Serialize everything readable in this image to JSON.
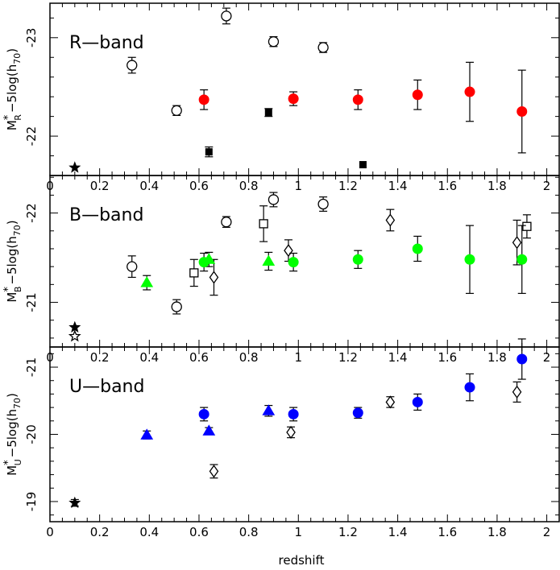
{
  "chart_data": [
    {
      "type": "scatter",
      "panel_label": "R-band",
      "ylabel": "M_R* -5log(h_70)",
      "ylabel_main": "M",
      "ylabel_sub": "R",
      "ylabel_rest": "-5log(h",
      "ylabel_h": "70",
      "xlim": [
        0,
        2.05
      ],
      "ylim": [
        -21.6,
        -23.35
      ],
      "y_ticks": [
        -22,
        -23
      ],
      "y_tick_labels": [
        "-22",
        "-23"
      ],
      "series": [
        {
          "marker": "filled-star",
          "color": "#000000",
          "points": [
            {
              "x": 0.1,
              "y": -21.68
            }
          ]
        },
        {
          "marker": "open-circle",
          "color": "#000000",
          "points": [
            {
              "x": 0.33,
              "y": -22.72,
              "err": 0.08
            },
            {
              "x": 0.51,
              "y": -22.26,
              "err": 0.05
            },
            {
              "x": 0.71,
              "y": -23.22,
              "err": 0.08
            },
            {
              "x": 0.9,
              "y": -22.96,
              "err": 0.05
            },
            {
              "x": 1.1,
              "y": -22.9,
              "err": 0.05
            }
          ]
        },
        {
          "marker": "filled-square",
          "color": "#000000",
          "points": [
            {
              "x": 0.64,
              "y": -21.84,
              "err": 0.05
            },
            {
              "x": 0.88,
              "y": -22.24,
              "err": 0.04
            },
            {
              "x": 1.26,
              "y": -21.71,
              "err": 0
            }
          ]
        },
        {
          "marker": "filled-circle",
          "color": "#ff0000",
          "points": [
            {
              "x": 0.62,
              "y": -22.37,
              "err": 0.1
            },
            {
              "x": 0.98,
              "y": -22.38,
              "err": 0.07
            },
            {
              "x": 1.24,
              "y": -22.37,
              "err": 0.1
            },
            {
              "x": 1.48,
              "y": -22.42,
              "err": 0.15
            },
            {
              "x": 1.69,
              "y": -22.45,
              "err": 0.3
            },
            {
              "x": 1.9,
              "y": -22.25,
              "err": 0.42
            }
          ]
        }
      ]
    },
    {
      "type": "scatter",
      "panel_label": "B-band",
      "ylabel": "M_B* -5log(h_70)",
      "ylabel_main": "M",
      "ylabel_sub": "B",
      "ylabel_rest": "-5log(h",
      "ylabel_h": "70",
      "xlim": [
        0,
        2.05
      ],
      "ylim": [
        -20.5,
        -22.42
      ],
      "y_ticks": [
        -21,
        -22
      ],
      "y_tick_labels": [
        "-21",
        "-22"
      ],
      "series": [
        {
          "marker": "filled-star",
          "color": "#000000",
          "points": [
            {
              "x": 0.1,
              "y": -20.72
            }
          ]
        },
        {
          "marker": "open-star",
          "color": "#000000",
          "points": [
            {
              "x": 0.1,
              "y": -20.62
            }
          ]
        },
        {
          "marker": "open-circle",
          "color": "#000000",
          "points": [
            {
              "x": 0.33,
              "y": -21.4,
              "err": 0.12
            },
            {
              "x": 0.51,
              "y": -20.95,
              "err": 0.08
            },
            {
              "x": 0.71,
              "y": -21.9,
              "err": 0.06
            },
            {
              "x": 0.9,
              "y": -22.15,
              "err": 0.08
            },
            {
              "x": 1.1,
              "y": -22.1,
              "err": 0.08
            }
          ]
        },
        {
          "marker": "open-square",
          "color": "#000000",
          "points": [
            {
              "x": 0.58,
              "y": -21.33,
              "err": 0.15
            },
            {
              "x": 0.86,
              "y": -21.88,
              "err": 0.2
            },
            {
              "x": 1.92,
              "y": -21.85,
              "err": 0.13
            }
          ]
        },
        {
          "marker": "open-diamond",
          "color": "#000000",
          "points": [
            {
              "x": 0.66,
              "y": -21.28,
              "err": 0.2
            },
            {
              "x": 0.96,
              "y": -21.58,
              "err": 0.12
            },
            {
              "x": 1.37,
              "y": -21.92,
              "err": 0.12
            },
            {
              "x": 1.88,
              "y": -21.67,
              "err": 0.25
            }
          ]
        },
        {
          "marker": "filled-triangle",
          "color": "#00ff00",
          "points": [
            {
              "x": 0.39,
              "y": -21.22,
              "err": 0.08
            },
            {
              "x": 0.64,
              "y": -21.48,
              "err": 0.08
            },
            {
              "x": 0.88,
              "y": -21.46,
              "err": 0.1
            }
          ]
        },
        {
          "marker": "filled-circle",
          "color": "#00ff00",
          "points": [
            {
              "x": 0.62,
              "y": -21.45,
              "err": 0.1
            },
            {
              "x": 0.98,
              "y": -21.45,
              "err": 0.1
            },
            {
              "x": 1.24,
              "y": -21.48,
              "err": 0.1
            },
            {
              "x": 1.48,
              "y": -21.6,
              "err": 0.14
            },
            {
              "x": 1.69,
              "y": -21.48,
              "err": 0.38
            },
            {
              "x": 1.9,
              "y": -21.48,
              "err": 0.38
            }
          ]
        }
      ]
    },
    {
      "type": "scatter",
      "panel_label": "U-band",
      "ylabel": "M_U* -5log(h_70)",
      "ylabel_main": "M",
      "ylabel_sub": "U",
      "ylabel_rest": "-5log(h",
      "ylabel_h": "70",
      "xlim": [
        0,
        2.05
      ],
      "ylim": [
        -18.7,
        -21.3
      ],
      "y_ticks": [
        -19,
        -20,
        -21
      ],
      "y_tick_labels": [
        "-19",
        "-20",
        "-21"
      ],
      "series": [
        {
          "marker": "filled-star",
          "color": "#000000",
          "points": [
            {
              "x": 0.1,
              "y": -18.98,
              "err": 0.05
            }
          ]
        },
        {
          "marker": "open-diamond",
          "color": "#000000",
          "points": [
            {
              "x": 0.66,
              "y": -19.45,
              "err": 0.1
            },
            {
              "x": 0.97,
              "y": -20.03,
              "err": 0.08
            },
            {
              "x": 1.37,
              "y": -20.48,
              "err": 0.08
            },
            {
              "x": 1.88,
              "y": -20.63,
              "err": 0.15
            }
          ]
        },
        {
          "marker": "filled-triangle",
          "color": "#0000ff",
          "points": [
            {
              "x": 0.39,
              "y": -19.99,
              "err": 0.06
            },
            {
              "x": 0.64,
              "y": -20.05,
              "err": 0.05
            },
            {
              "x": 0.88,
              "y": -20.35,
              "err": 0.08
            }
          ]
        },
        {
          "marker": "filled-circle",
          "color": "#0000ff",
          "points": [
            {
              "x": 0.62,
              "y": -20.3,
              "err": 0.1
            },
            {
              "x": 0.98,
              "y": -20.3,
              "err": 0.1
            },
            {
              "x": 1.24,
              "y": -20.32,
              "err": 0.08
            },
            {
              "x": 1.48,
              "y": -20.48,
              "err": 0.12
            },
            {
              "x": 1.69,
              "y": -20.7,
              "err": 0.2
            },
            {
              "x": 1.9,
              "y": -21.12,
              "err": 0.3
            }
          ]
        }
      ]
    }
  ],
  "x_axis": {
    "xlabel": "redshift",
    "ticks": [
      0,
      0.2,
      0.4,
      0.6,
      0.8,
      1,
      1.2,
      1.4,
      1.6,
      1.8,
      2
    ],
    "tick_labels": [
      "0",
      "0.2",
      "0.4",
      "0.6",
      "0.8",
      "1",
      "1.2",
      "1.4",
      "1.6",
      "1.8",
      "2"
    ]
  }
}
